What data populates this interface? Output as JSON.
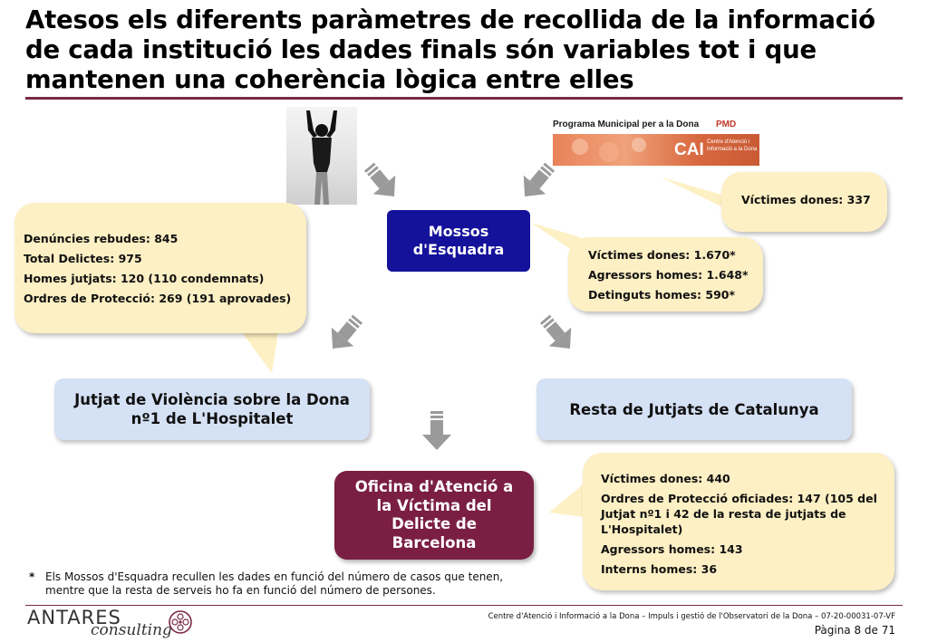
{
  "title": "Atesos els diferents paràmetres de recollida de la informació de cada institució les dades finals són variables tot i que mantenen una coherència lògica entre elles",
  "logo_image": {
    "line1": "Programa Municipal per a la Dona",
    "pmd": "PMD",
    "cai": "CAI",
    "cai_caption": "Centre d'Atenció i Informació a la Dona"
  },
  "callouts": {
    "left": {
      "lines": [
        "Denúncies rebudes: 845",
        "Total Delictes: 975",
        "Homes jutjats: 120 (110 condemnats)",
        "Ordres de Protecció: 269 (191 aprovades)"
      ]
    },
    "top_right": {
      "lines": [
        "Víctimes dones: 337"
      ]
    },
    "mid_right": {
      "lines": [
        "Víctimes dones: 1.670*",
        "Agressors homes: 1.648*",
        "Detinguts homes: 590*"
      ]
    },
    "bottom_right": {
      "lines": [
        "Víctimes dones: 440",
        "Ordres de Protecció oficiades: 147 (105 del Jutjat nº1 i 42 de la resta de jutjats de L'Hospitalet)",
        "Agressors homes: 143",
        "Interns homes: 36"
      ]
    }
  },
  "boxes": {
    "mossos": "Mossos d'Esquadra",
    "jutjat": "Jutjat de Violència sobre la Dona nº1 de L'Hospitalet",
    "resta": "Resta de Jutjats de Catalunya",
    "oficina": "Oficina d'Atenció a la Víctima del Delicte de Barcelona"
  },
  "footnote": {
    "star": "*",
    "text": "Els Mossos d'Esquadra recullen les dades en funció del número de casos que tenen, mentre que la resta de serveis ho fa en funció del número de persones."
  },
  "footer": {
    "brand_top": "ANTARES",
    "brand_bottom": "consulting",
    "center": "Centre d'Atenció i Informació a la Dona – Impuls i gestió de l'Observatori de la Dona – 07-20-00031-07-VF",
    "page": "Pàgina 8 de 71"
  },
  "colors": {
    "accent_rule": "#7a2a44",
    "callout_fill": "#fdf0c4",
    "mossos_box": "#14129a",
    "light_box": "#d5e1f4",
    "oficina_box": "#7a1f43",
    "arrow": "#9a9a9a"
  }
}
